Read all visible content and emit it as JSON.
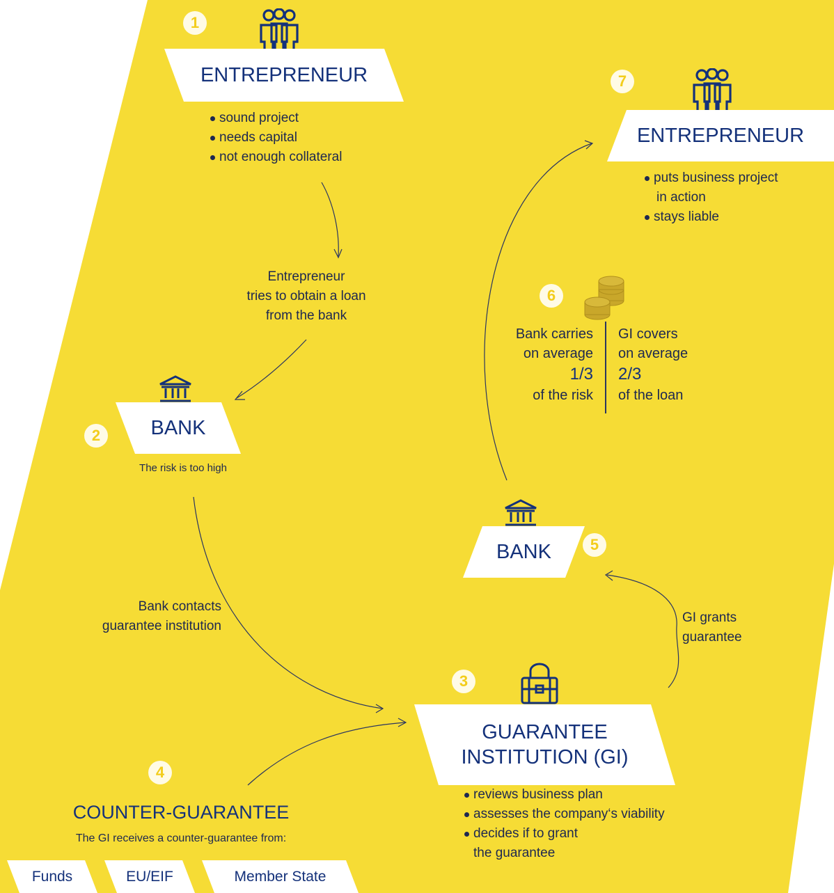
{
  "colors": {
    "yellow": "#f6dc35",
    "navy": "#14317a",
    "text": "#1e2850",
    "circle_text": "#f3cd1c"
  },
  "step1": {
    "number": "1",
    "icon": "people-icon",
    "title": "ENTREPRENEUR",
    "bullets": [
      "sound project",
      "needs capital",
      "not enough collateral"
    ]
  },
  "arrow_1_2": {
    "lines": [
      "Entrepreneur",
      "tries to obtain a loan",
      "from the bank"
    ]
  },
  "step2": {
    "number": "2",
    "icon": "bank-icon",
    "title": "BANK",
    "note": "The risk is too high"
  },
  "arrow_2_3": {
    "lines": [
      "Bank contacts",
      "guarantee institution"
    ]
  },
  "step3": {
    "number": "3",
    "icon": "briefcase-icon",
    "title_lines": [
      "GUARANTEE",
      "INSTITUTION (GI)"
    ],
    "bullets": [
      "reviews business plan",
      "assesses the company‘s viability",
      "decides if to grant"
    ],
    "bullet_continuation": "the guarantee"
  },
  "step4": {
    "number": "4",
    "title": "COUNTER-GUARANTEE",
    "subtitle": "The GI receives a counter-guarantee from:",
    "sources": [
      "Funds",
      "EU/EIF",
      "Member State"
    ]
  },
  "arrow_3_5": {
    "lines": [
      "GI grants",
      "guarantee"
    ]
  },
  "step5": {
    "number": "5",
    "icon": "bank-icon",
    "title": "BANK"
  },
  "step6": {
    "number": "6",
    "icon": "coins-icon",
    "left": {
      "line1": "Bank carries",
      "line2": "on average",
      "fraction": "1/3",
      "line3": "of the risk"
    },
    "right": {
      "line1": "GI covers",
      "line2": "on average",
      "fraction": "2/3",
      "line3": "of the loan"
    }
  },
  "step7": {
    "number": "7",
    "icon": "people-icon",
    "title": "ENTREPRENEUR",
    "bullets": [
      "puts business project",
      "stays liable"
    ],
    "bullet_continuation": "in action"
  }
}
